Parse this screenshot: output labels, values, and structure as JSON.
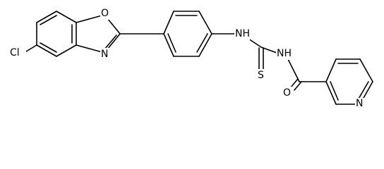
{
  "molecule": {
    "atoms": {
      "chlorine": "Cl",
      "oxazole_oxygen": "O",
      "oxazole_nitrogen": "N",
      "amine_nh_left": "NH",
      "amine_nh_right": "NH",
      "thione_sulfur": "S",
      "carbonyl_oxygen": "O",
      "pyridine_nitrogen": "N"
    }
  }
}
